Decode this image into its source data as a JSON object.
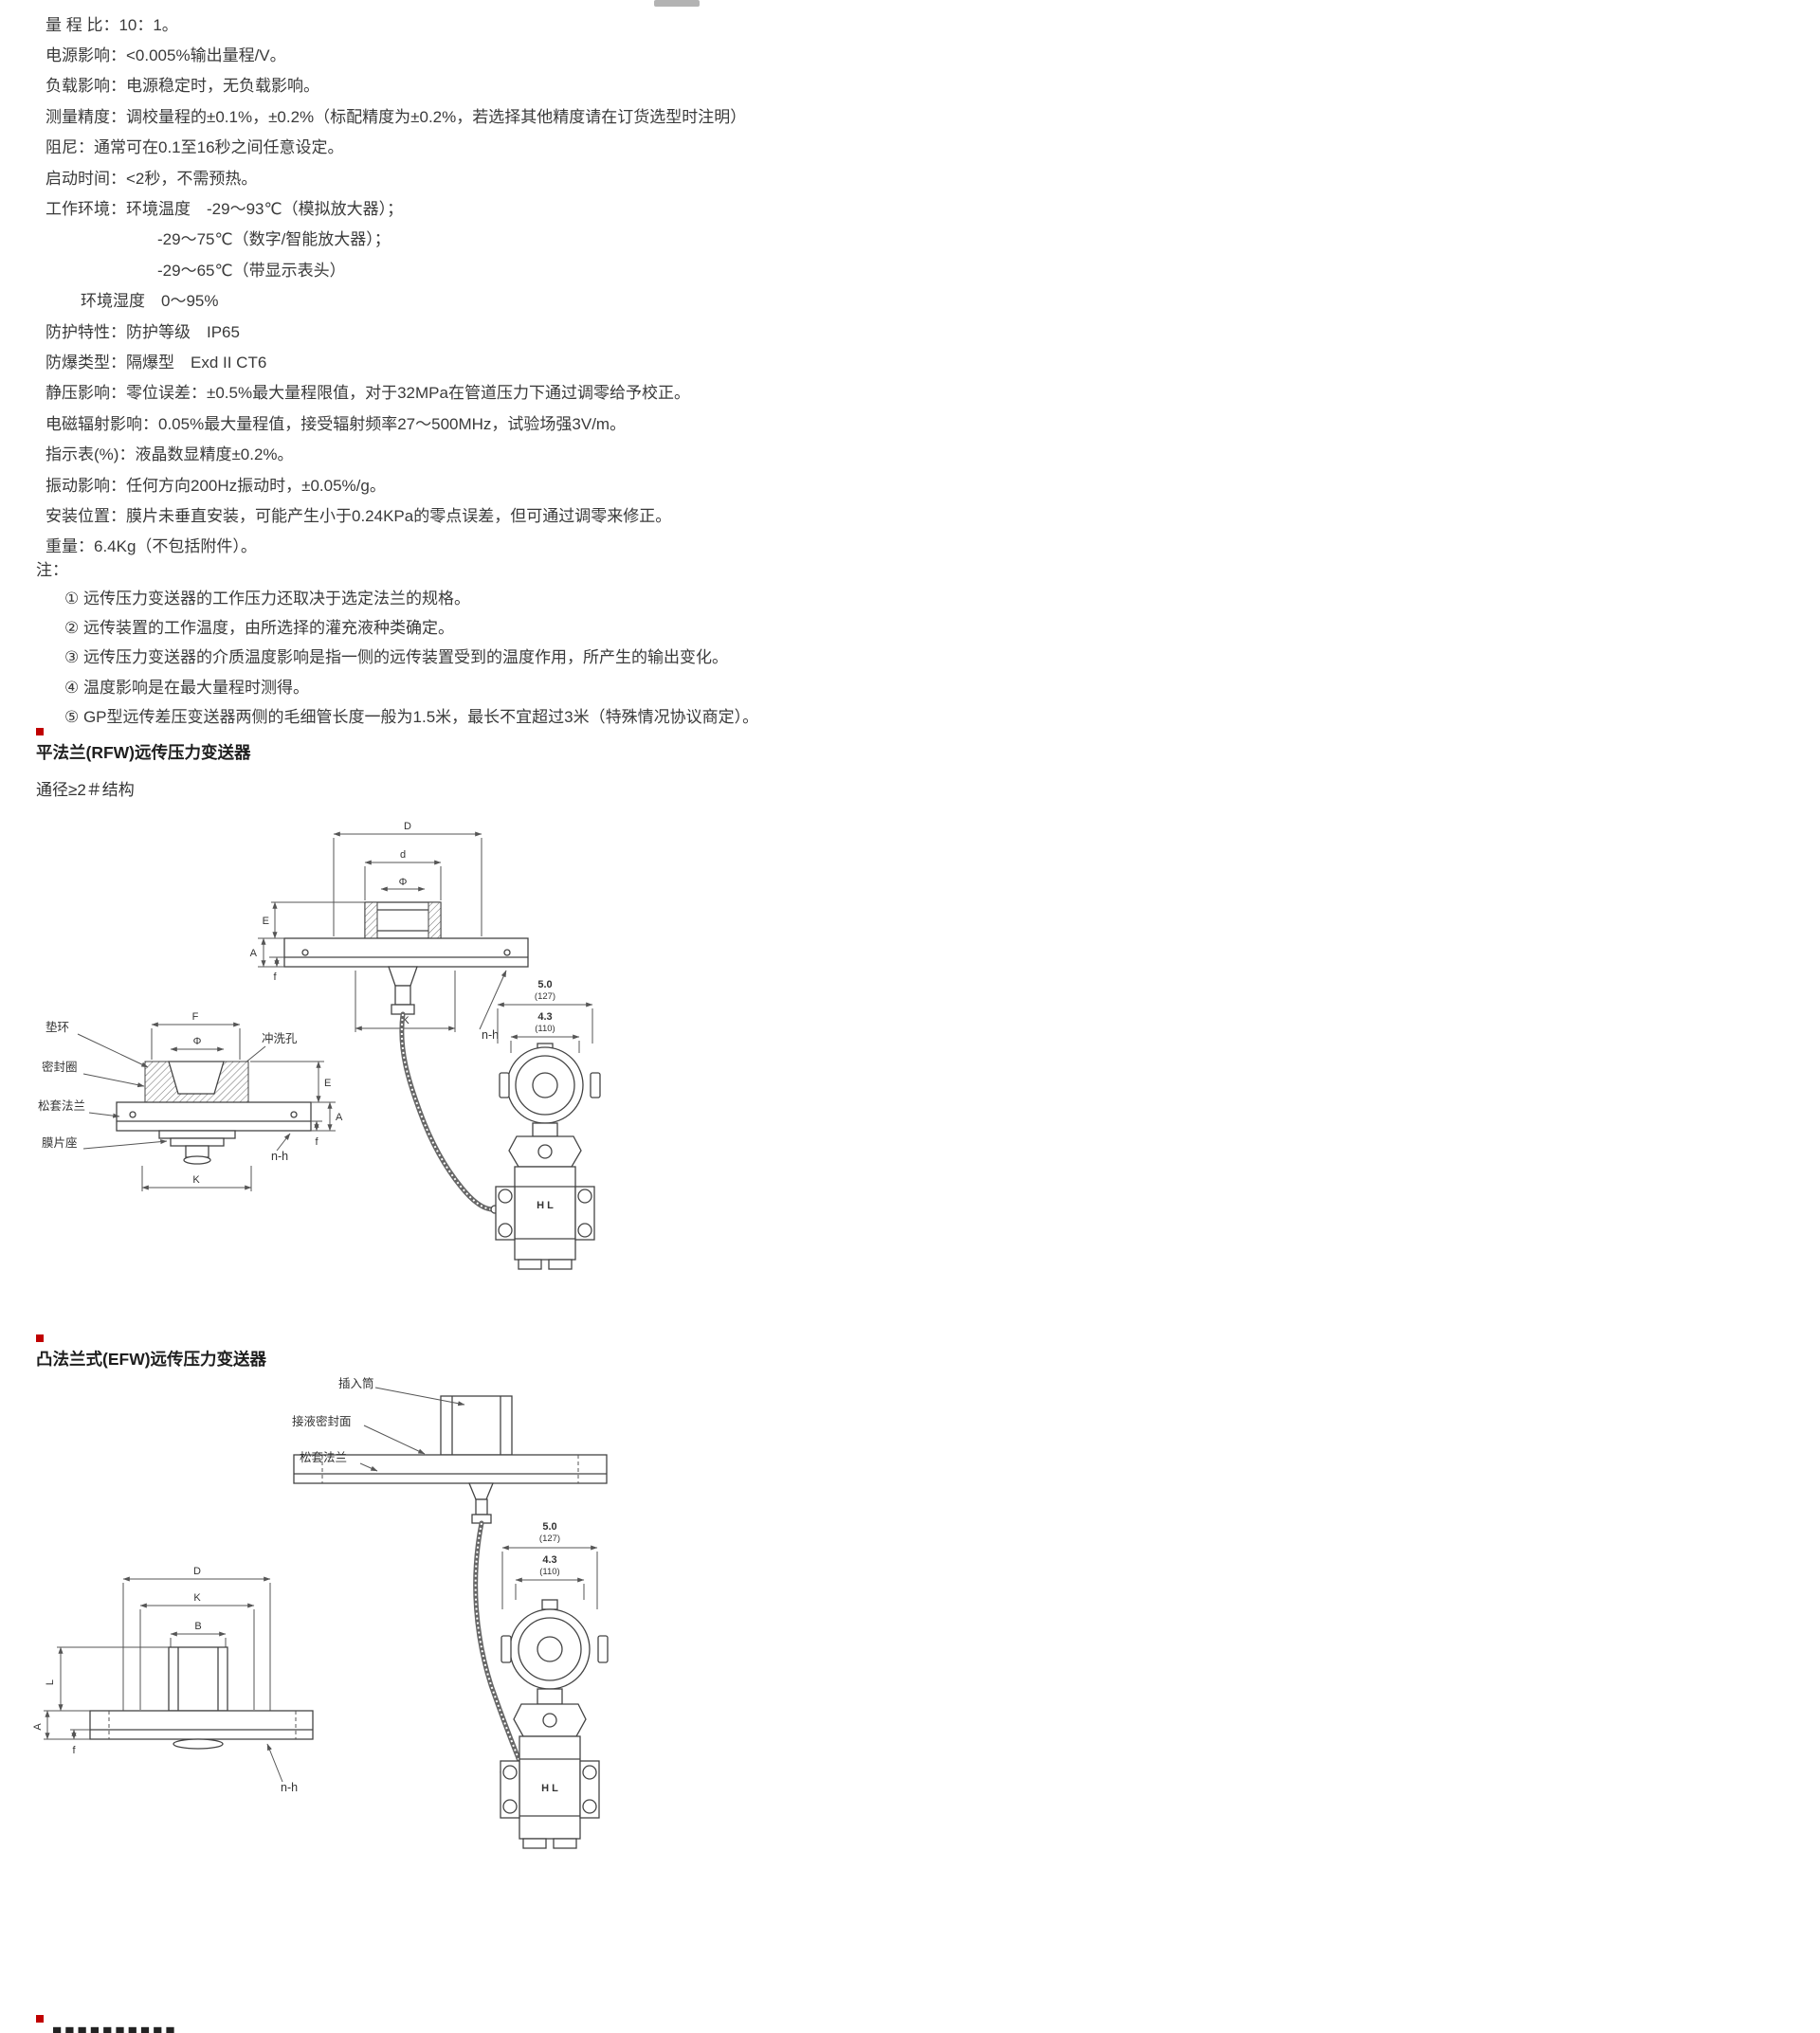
{
  "colors": {
    "marker": "#c00000",
    "line": "#555555",
    "text": "#3a3a3a"
  },
  "specs": {
    "lines": [
      {
        "text": "量 程 比：10：1。"
      },
      {
        "text": "电源影响：<0.005%输出量程/V。"
      },
      {
        "text": "负载影响：电源稳定时，无负载影响。"
      },
      {
        "text": "测量精度：调校量程的±0.1%，±0.2%（标配精度为±0.2%，若选择其他精度请在订货选型时注明）"
      },
      {
        "text": "阻尼：通常可在0.1至16秒之间任意设定。"
      },
      {
        "text": "启动时间：<2秒，不需预热。"
      },
      {
        "text": "工作环境：环境温度　-29～93℃（模拟放大器）；"
      },
      {
        "text": "-29～75℃（数字/智能放大器）；"
      },
      {
        "text": "-29～65℃（带显示表头）"
      },
      {
        "text": "环境湿度　0～95%"
      },
      {
        "text": "防护特性：防护等级　IP65"
      },
      {
        "text": "防爆类型：隔爆型　Exd II CT6"
      },
      {
        "text": "静压影响：零位误差：±0.5%最大量程限值，对于32MPa在管道压力下通过调零给予校正。"
      },
      {
        "text": "电磁辐射影响：0.05%最大量程值，接受辐射频率27～500MHz，试验场强3V/m。"
      },
      {
        "text": "指示表(%)：液晶数显精度±0.2%。"
      },
      {
        "text": "振动影响：任何方向200Hz振动时，±0.05%/g。"
      },
      {
        "text": "安装位置：膜片未垂直安装，可能产生小于0.24KPa的零点误差，但可通过调零来修正。"
      },
      {
        "text": "重量：6.4Kg（不包括附件）。"
      }
    ]
  },
  "notes": {
    "header": "注：",
    "items": [
      {
        "text": "① 远传压力变送器的工作压力还取决于选定法兰的规格。"
      },
      {
        "text": "② 远传装置的工作温度，由所选择的灌充液种类确定。"
      },
      {
        "text": "③ 远传压力变送器的介质温度影响是指一侧的远传装置受到的温度作用，所产生的输出变化。"
      },
      {
        "text": "④ 温度影响是在最大量程时测得。"
      },
      {
        "text": "⑤ GP型远传差压变送器两侧的毛细管长度一般为1.5米，最长不宜超过3米（特殊情况协议商定）。"
      }
    ]
  },
  "rfw": {
    "title": "平法兰(RFW)远传压力变送器",
    "subtitle": "通径≥2＃结构",
    "dims": {
      "D": "D",
      "d": "d",
      "phi": "Φ",
      "E": "E",
      "A": "A",
      "f": "f",
      "K": "K",
      "nh": "n-h"
    },
    "cross": {
      "washer": "垫环",
      "seal": "密封圈",
      "loose": "松套法兰",
      "seat": "膜片座",
      "flush": "冲洗孔",
      "F": "F",
      "phi": "Φ",
      "E": "E",
      "A": "A",
      "f": "f",
      "nh": "n-h",
      "K": "K"
    },
    "tx": {
      "w1": "5.0",
      "w1b": "(127)",
      "w2": "4.3",
      "w2b": "(110)",
      "hl": "H L"
    }
  },
  "efw": {
    "title": "凸法兰式(EFW)远传压力变送器",
    "callouts": {
      "insert": "插入筒",
      "wetted": "接液密封面",
      "loose": "松套法兰"
    },
    "dims": {
      "D": "D",
      "K": "K",
      "B": "B",
      "L": "L",
      "A": "A",
      "f": "f",
      "nh": "n-h"
    },
    "tx": {
      "w1": "5.0",
      "w1b": "(127)",
      "w2": "4.3",
      "w2b": "(110)",
      "hl": "H L"
    }
  },
  "footer": {
    "cutoff": "■■■■■■■■■■"
  }
}
